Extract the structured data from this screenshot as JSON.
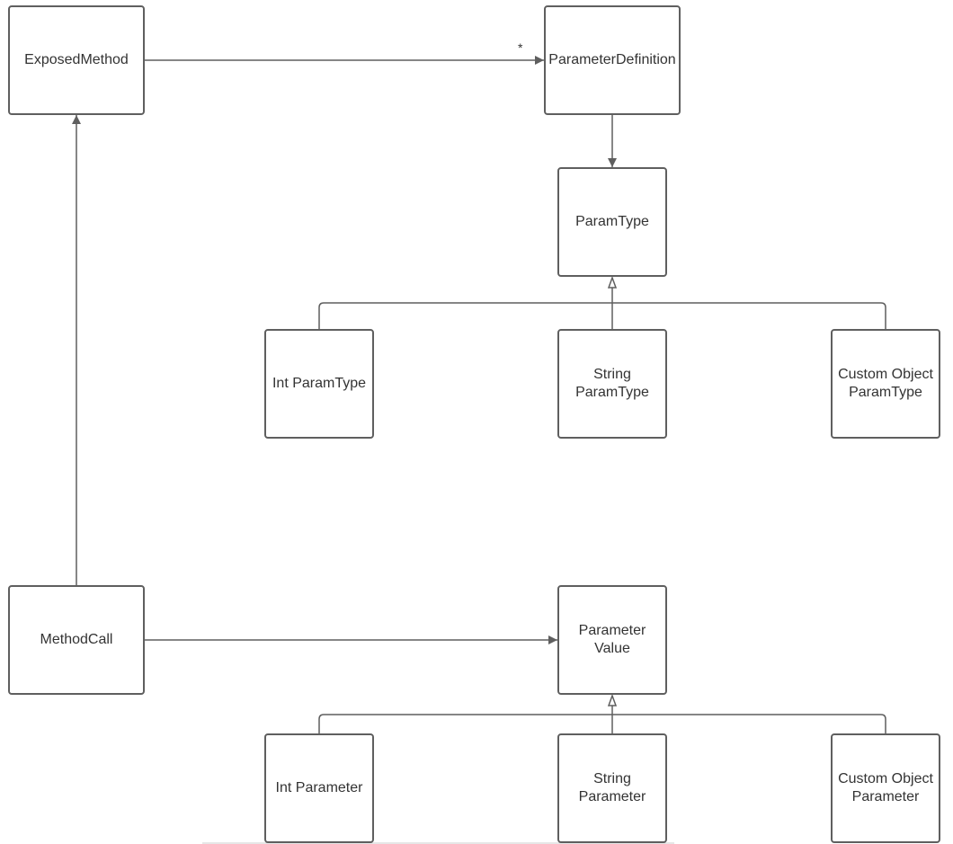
{
  "nodes": {
    "exposed_method": "ExposedMethod",
    "parameter_definition": "ParameterDefinition",
    "param_type": "ParamType",
    "int_param_type": "Int ParamType",
    "string_param_type": "String\nParamType",
    "custom_object_param_type": "Custom Object\nParamType",
    "method_call": "MethodCall",
    "parameter_value": "Parameter\nValue",
    "int_parameter": "Int Parameter",
    "string_parameter": "String\nParameter",
    "custom_object_parameter": "Custom Object\nParameter"
  },
  "edges": {
    "exposed_to_definition_multiplicity": "*"
  },
  "colors": {
    "stroke": "#5f5f5f",
    "text": "#333333",
    "background": "#ffffff"
  }
}
